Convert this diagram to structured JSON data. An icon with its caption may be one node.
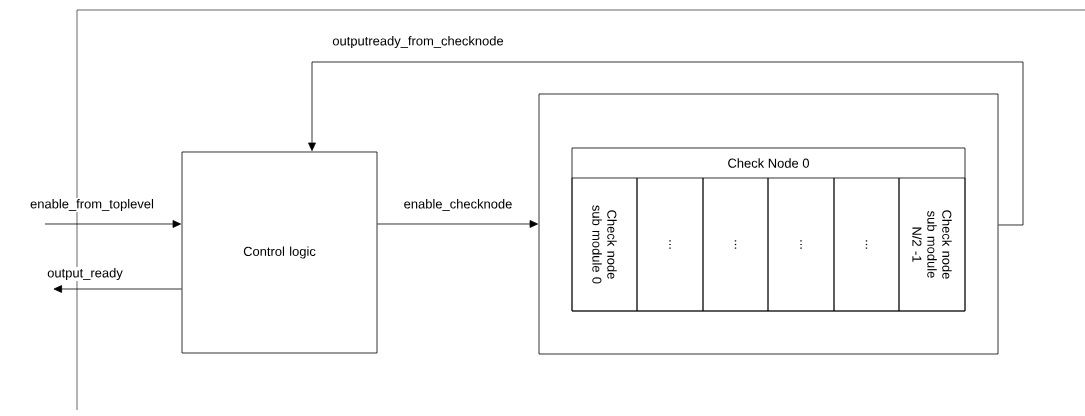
{
  "diagram": {
    "nodes": [
      {
        "text": [
          "Control logic"
        ]
      },
      {
        "text": [],
        "shape": "box"
      },
      {
        "text": [
          "Check Node 0"
        ],
        "in": 1
      },
      {
        "text": [
          "Check node sub module 0"
        ],
        "in": 2
      },
      {
        "text": [
          "..."
        ],
        "in": 2
      },
      {
        "text": [
          "..."
        ],
        "in": 2
      },
      {
        "text": [
          "..."
        ],
        "in": 2
      },
      {
        "text": [
          "..."
        ],
        "in": 2
      },
      {
        "text": [
          "Check node sub module N/2 -1"
        ],
        "in": 2
      }
    ],
    "edges": [
      {
        "from": null,
        "to": 0,
        "arrow": "to",
        "label": "enable_from_toplevel"
      },
      {
        "from": 0,
        "to": null,
        "arrow": "to",
        "label": "output_ready"
      },
      {
        "from": 0,
        "to": 1,
        "arrow": "to",
        "label": "enable_checknode"
      },
      {
        "from": 1,
        "to": 0,
        "arrow": "to",
        "label": "outputready_from_checknode"
      }
    ]
  }
}
